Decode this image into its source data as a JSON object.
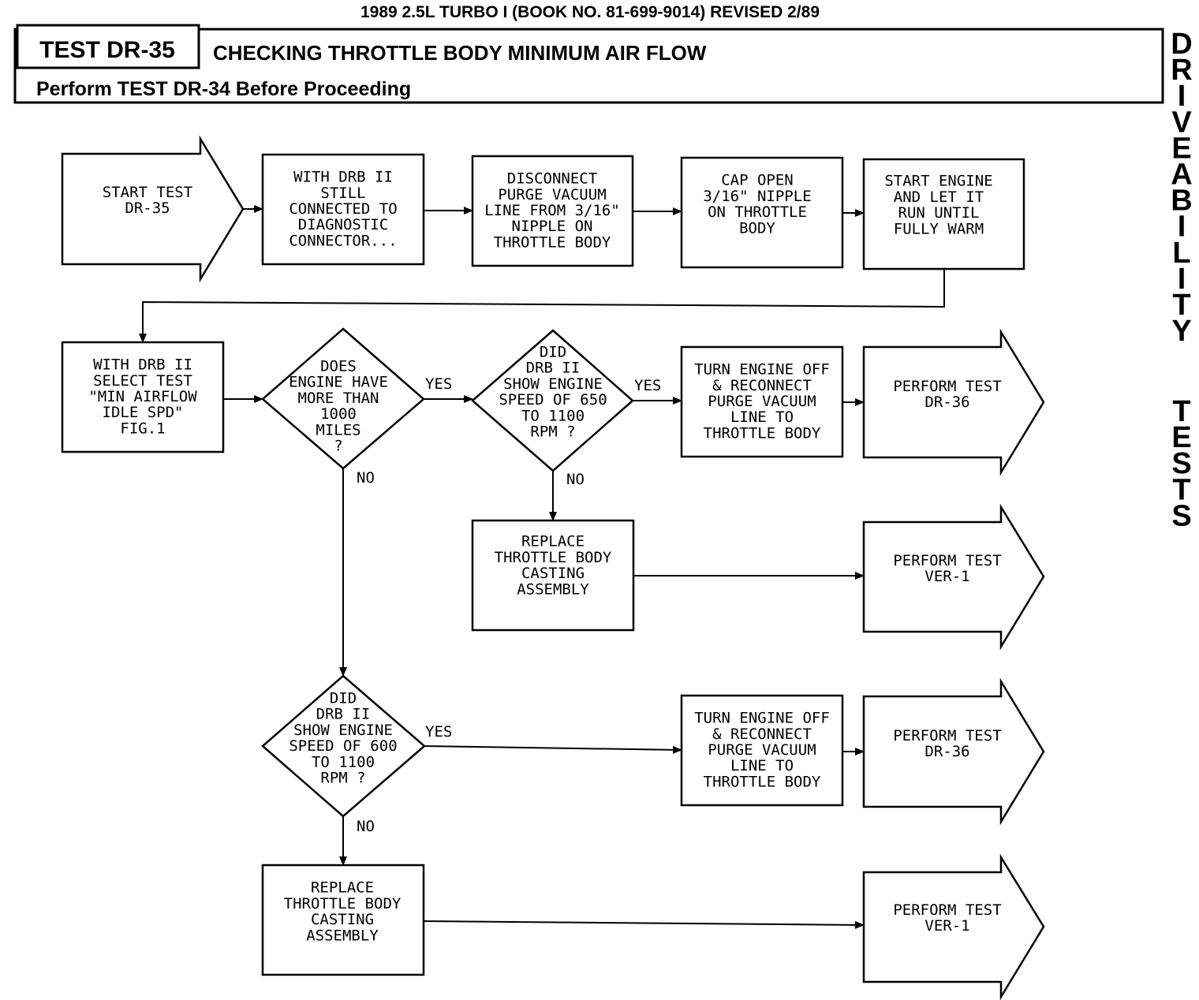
{
  "header": {
    "top_line": "1989 2.5L TURBO I   (BOOK NO. 81-699-9014)   REVISED 2/89",
    "test_id": "TEST DR-35",
    "test_title": "CHECKING THROTTLE BODY MINIMUM AIR FLOW",
    "prerequisite": "Perform TEST DR-34 Before Proceeding"
  },
  "side_label": {
    "word1": "DRIVEABILITY",
    "word2": "TESTS"
  },
  "flowchart": {
    "nodes": [
      {
        "id": "start",
        "shape": "arrow",
        "lines": [
          "START TEST",
          "DR-35"
        ]
      },
      {
        "id": "step_connected",
        "shape": "box",
        "lines": [
          "WITH DRB II",
          "STILL",
          "CONNECTED TO",
          "DIAGNOSTIC",
          "CONNECTOR..."
        ]
      },
      {
        "id": "step_disconnect",
        "shape": "box",
        "lines": [
          "DISCONNECT",
          "PURGE VACUUM",
          "LINE FROM 3/16\"",
          "NIPPLE ON",
          "THROTTLE BODY"
        ]
      },
      {
        "id": "step_cap",
        "shape": "box",
        "lines": [
          "CAP OPEN",
          "3/16\" NIPPLE",
          "ON THROTTLE",
          "BODY"
        ]
      },
      {
        "id": "step_warm",
        "shape": "box",
        "lines": [
          "START ENGINE",
          "AND LET IT",
          "RUN UNTIL",
          "FULLY WARM"
        ]
      },
      {
        "id": "step_select",
        "shape": "box",
        "lines": [
          "WITH DRB II",
          "SELECT TEST",
          "\"MIN AIRFLOW",
          "IDLE SPD\"",
          "FIG.1"
        ]
      },
      {
        "id": "dec_miles",
        "shape": "diamond",
        "lines": [
          "DOES",
          "ENGINE HAVE",
          "MORE THAN",
          "1000",
          "MILES",
          "?"
        ]
      },
      {
        "id": "dec_650",
        "shape": "diamond",
        "lines": [
          "DID",
          "DRB II",
          "SHOW ENGINE",
          "SPEED OF 650",
          "TO 1100",
          "RPM ?"
        ]
      },
      {
        "id": "step_reconnect_1",
        "shape": "box",
        "lines": [
          "TURN ENGINE OFF",
          "& RECONNECT",
          "PURGE VACUUM",
          "LINE TO",
          "THROTTLE BODY"
        ]
      },
      {
        "id": "end_dr36_1",
        "shape": "arrow",
        "lines": [
          "PERFORM TEST",
          "DR-36"
        ]
      },
      {
        "id": "step_replace_1",
        "shape": "box",
        "lines": [
          "REPLACE",
          "THROTTLE BODY",
          "CASTING",
          "ASSEMBLY"
        ]
      },
      {
        "id": "end_ver1_1",
        "shape": "arrow",
        "lines": [
          "PERFORM TEST",
          "VER-1"
        ]
      },
      {
        "id": "dec_600",
        "shape": "diamond",
        "lines": [
          "DID",
          "DRB II",
          "SHOW ENGINE",
          "SPEED OF 600",
          "TO 1100",
          "RPM ?"
        ]
      },
      {
        "id": "step_reconnect_2",
        "shape": "box",
        "lines": [
          "TURN ENGINE OFF",
          "& RECONNECT",
          "PURGE VACUUM",
          "LINE TO",
          "THROTTLE BODY"
        ]
      },
      {
        "id": "end_dr36_2",
        "shape": "arrow",
        "lines": [
          "PERFORM TEST",
          "DR-36"
        ]
      },
      {
        "id": "step_replace_2",
        "shape": "box",
        "lines": [
          "REPLACE",
          "THROTTLE BODY",
          "CASTING",
          "ASSEMBLY"
        ]
      },
      {
        "id": "end_ver1_2",
        "shape": "arrow",
        "lines": [
          "PERFORM TEST",
          "VER-1"
        ]
      }
    ],
    "edges": [
      {
        "from": "start",
        "to": "step_connected",
        "label": ""
      },
      {
        "from": "step_connected",
        "to": "step_disconnect",
        "label": ""
      },
      {
        "from": "step_disconnect",
        "to": "step_cap",
        "label": ""
      },
      {
        "from": "step_cap",
        "to": "step_warm",
        "label": ""
      },
      {
        "from": "step_warm",
        "to": "step_select",
        "label": ""
      },
      {
        "from": "step_select",
        "to": "dec_miles",
        "label": ""
      },
      {
        "from": "dec_miles",
        "to": "dec_650",
        "label": "YES"
      },
      {
        "from": "dec_650",
        "to": "step_reconnect_1",
        "label": "YES"
      },
      {
        "from": "step_reconnect_1",
        "to": "end_dr36_1",
        "label": ""
      },
      {
        "from": "dec_650",
        "to": "step_replace_1",
        "label": "NO"
      },
      {
        "from": "step_replace_1",
        "to": "end_ver1_1",
        "label": ""
      },
      {
        "from": "dec_miles",
        "to": "dec_600",
        "label": "NO"
      },
      {
        "from": "dec_600",
        "to": "step_reconnect_2",
        "label": "YES"
      },
      {
        "from": "step_reconnect_2",
        "to": "end_dr36_2",
        "label": ""
      },
      {
        "from": "dec_600",
        "to": "step_replace_2",
        "label": "NO"
      },
      {
        "from": "step_replace_2",
        "to": "end_ver1_2",
        "label": ""
      }
    ]
  }
}
